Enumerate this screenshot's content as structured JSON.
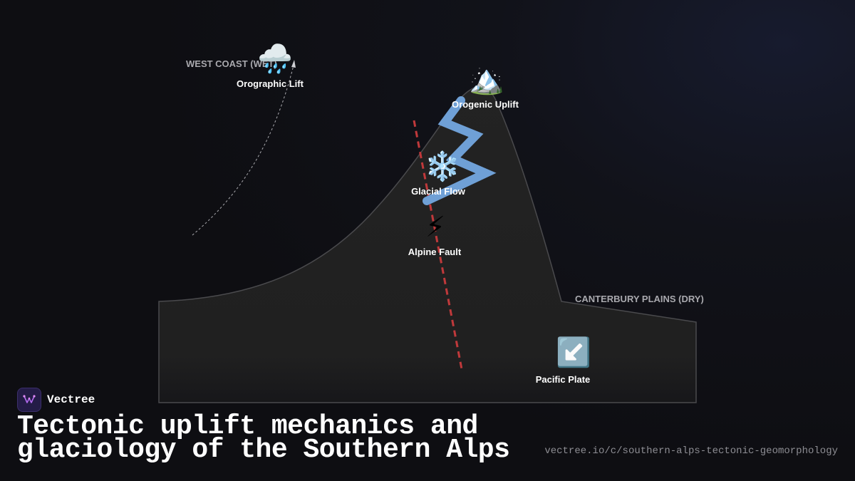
{
  "diagram": {
    "regions": {
      "west": "WEST COAST (WET)",
      "east": "CANTERBURY PLAINS (DRY)"
    },
    "nodes": [
      {
        "id": "orographic",
        "label": "Orographic Lift",
        "icon": "cloud-rain-icon",
        "glyph": "🌧️"
      },
      {
        "id": "uplift",
        "label": "Orogenic Uplift",
        "icon": "snow-mountain-icon",
        "glyph": "🏔️"
      },
      {
        "id": "glacial",
        "label": "Glacial Flow",
        "icon": "snowflake-icon",
        "glyph": "❄️"
      },
      {
        "id": "fault",
        "label": "Alpine Fault",
        "icon": "lightning-icon",
        "glyph": "⚡"
      },
      {
        "id": "plate",
        "label": "Pacific Plate",
        "icon": "arrow-down-left-icon",
        "glyph": "↙️"
      }
    ],
    "colors": {
      "terrain": "#222222",
      "fault_line": "#c0393b",
      "glacier": "#6fa0d6",
      "air_flow": "#cfcfd4"
    }
  },
  "brand": {
    "name": "Vectree"
  },
  "title": "Tectonic uplift mechanics and glaciology of the Southern Alps",
  "url": "vectree.io/c/southern-alps-tectonic-geomorphology"
}
